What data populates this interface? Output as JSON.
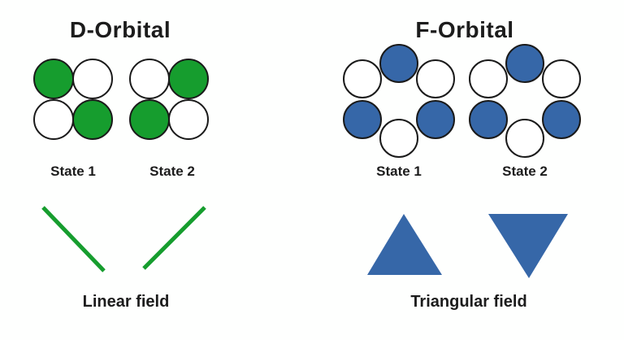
{
  "d_orbital": {
    "title": "D-Orbital",
    "color": "#169d2e",
    "white": "#ffffff",
    "states": [
      {
        "label": "State 1",
        "cells": [
          "#169d2e",
          "#ffffff",
          "#ffffff",
          "#169d2e"
        ]
      },
      {
        "label": "State 2",
        "cells": [
          "#ffffff",
          "#169d2e",
          "#169d2e",
          "#ffffff"
        ]
      }
    ],
    "field_label": "Linear field"
  },
  "f_orbital": {
    "title": "F-Orbital",
    "color": "#3667a8",
    "white": "#ffffff",
    "states": [
      {
        "label": "State 1",
        "cells": [
          "#3667a8",
          "#ffffff",
          "#ffffff",
          "#3667a8",
          "#3667a8",
          "#ffffff"
        ]
      },
      {
        "label": "State 2",
        "cells": [
          "#3667a8",
          "#ffffff",
          "#ffffff",
          "#3667a8",
          "#3667a8",
          "#ffffff"
        ]
      }
    ],
    "field_label": "Triangular field"
  }
}
